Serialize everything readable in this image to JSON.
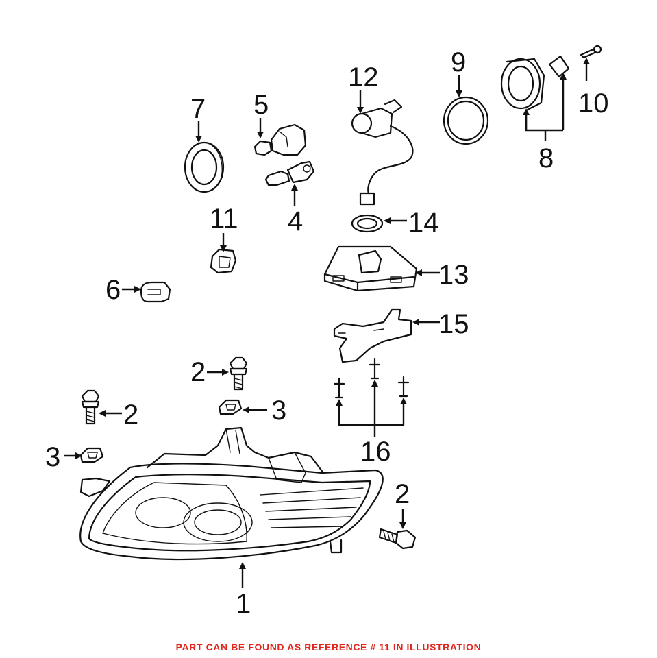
{
  "callouts": {
    "c1": "1",
    "c2a": "2",
    "c2b": "2",
    "c2c": "2",
    "c3a": "3",
    "c3b": "3",
    "c4": "4",
    "c5": "5",
    "c6": "6",
    "c7": "7",
    "c8": "8",
    "c9": "9",
    "c10": "10",
    "c11": "11",
    "c12": "12",
    "c13": "13",
    "c14": "14",
    "c15": "15",
    "c16": "16"
  },
  "footer_note": "PART CAN BE FOUND AS REFERENCE # 11 IN ILLUSTRATION",
  "colors": {
    "line_art": "#111111",
    "note": "#e0261c",
    "background": "#ffffff"
  }
}
